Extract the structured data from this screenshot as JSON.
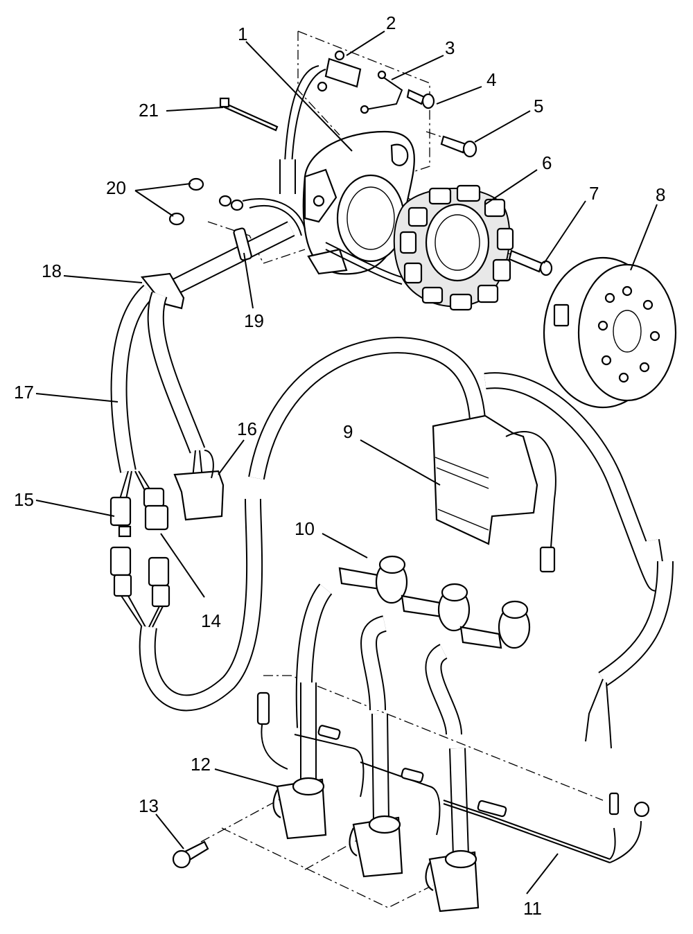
{
  "callouts": [
    "1",
    "2",
    "3",
    "4",
    "5",
    "6",
    "7",
    "8",
    "9",
    "10",
    "11",
    "12",
    "13",
    "14",
    "15",
    "16",
    "17",
    "18",
    "19",
    "20",
    "21"
  ]
}
